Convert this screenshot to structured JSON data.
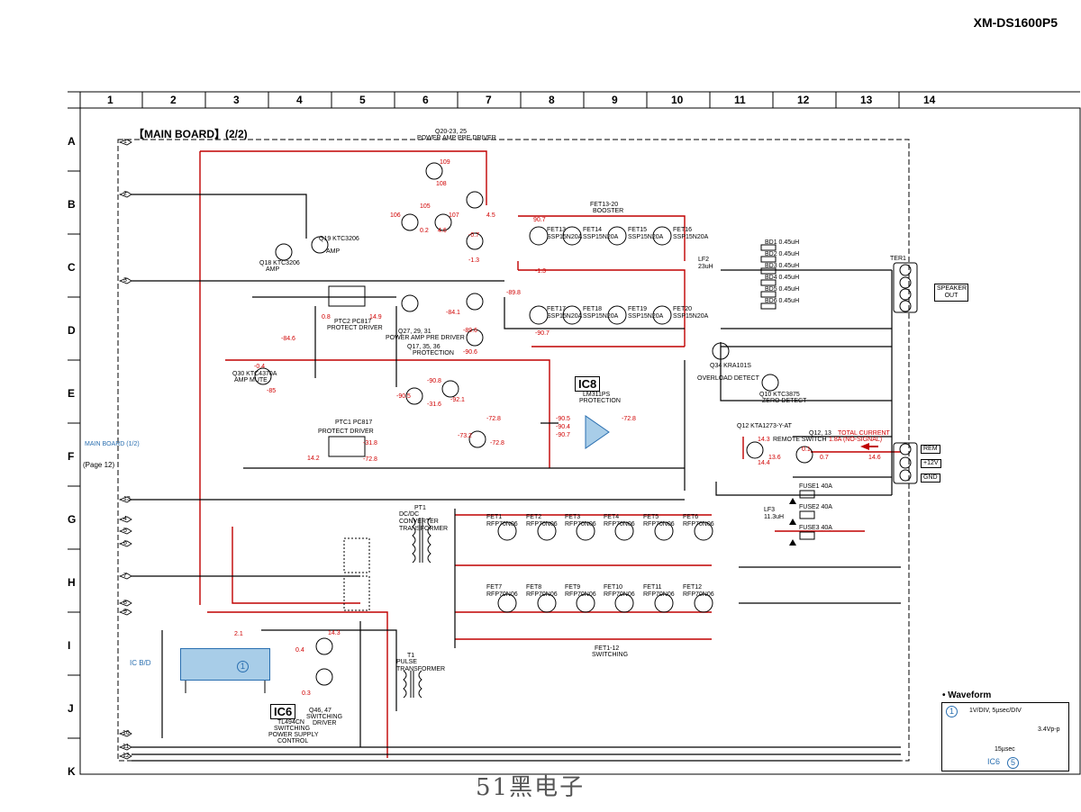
{
  "model": "XM-DS1600P5",
  "board_title": "【MAIN BOARD】(2/2)",
  "grid": {
    "columns": [
      "1",
      "2",
      "3",
      "4",
      "5",
      "6",
      "7",
      "8",
      "9",
      "10",
      "11",
      "12",
      "13",
      "14"
    ],
    "rows": [
      "A",
      "B",
      "C",
      "D",
      "E",
      "F",
      "G",
      "H",
      "I",
      "J",
      "K"
    ]
  },
  "labels": {
    "q20_23": "Q20-23, 25",
    "q20_23_sub": "POWER AMP PRE DRIVER",
    "fet13_20": "FET13-20",
    "fet13_20_sub": "BOOSTER",
    "q27": "Q27, 29, 31",
    "q27_sub": "POWER AMP PRE DRIVER",
    "q17": "Q17, 35, 36",
    "q17_sub": "PROTECTION",
    "ptc2": "PTC2 PC817",
    "ptc2_sub": "PROTECT DRIVER",
    "ptc1": "PTC1 PC817",
    "ptc1_sub": "PROTECT DRIVER",
    "q30": "Q30 KTC4370A",
    "q30_sub": "AMP MUTE",
    "q18": "Q18 KTC3206",
    "q18_sub": "AMP",
    "q19": "Q19 KTC3206",
    "q19_sub": "AMP",
    "ic8": "IC8",
    "ic8_part": "LM311PS",
    "ic8_sub": "PROTECTION",
    "q34": "Q34 KRA101S",
    "q34_sub": "OVERLOAD DETECT",
    "q10": "Q10 KTC3875",
    "q10_sub": "ZERO DETECT",
    "q12": "Q12 KTA1273-Y-AT",
    "q12_13": "Q12, 13",
    "q12_13_sub": "REMOTE SWITCH",
    "total_current": "TOTAL CURRENT",
    "total_current_sub": "1.8A (NO-SIGNAL)",
    "pt1": "PT1",
    "pt1_sub": "DC/DC CONVERTER TRANSFORMER",
    "t1": "T1",
    "t1_sub": "PULSE TRANSFORMER",
    "fet1_12": "FET1-12",
    "fet1_12_sub": "SWITCHING",
    "ic6": "IC6",
    "ic6_part": "TL494CN",
    "ic6_sub1": "SWITCHING",
    "ic6_sub2": "POWER SUPPLY",
    "ic6_sub3": "CONTROL",
    "q46_47": "Q46, 47",
    "q46_47_sub1": "SWITCHING",
    "q46_47_sub2": "DRIVER",
    "ter1": "TER1",
    "speaker_out": "SPEAKER OUT",
    "rem": "REM",
    "plus12v": "+12V",
    "gnd": "GND",
    "main_board_ref": "MAIN BOARD (1/2)",
    "page_ref": "(Page 12)",
    "icbd": "IC B/D",
    "fuse1": "FUSE1 40A",
    "fuse2": "FUSE2 40A",
    "fuse3": "FUSE3 40A",
    "lf2": "LF2 23uH",
    "lf3": "LF3 11.3uH"
  },
  "fets_top": [
    "FET1 RFP70N06",
    "FET2 RFP70N06",
    "FET3 RFP70N06",
    "FET4 RFP70N06",
    "FET5 RFP70N06",
    "FET6 RFP70N06"
  ],
  "fets_bottom": [
    "FET7 RFP70N06",
    "FET8 RFP70N06",
    "FET9 RFP70N06",
    "FET10 RFP70N06",
    "FET11 RFP70N06",
    "FET12 RFP70N06"
  ],
  "fets_booster": [
    "FET13 SSP15N20A",
    "FET14 SSP15N20A",
    "FET15 SSP15N20A",
    "FET16 SSP15N20A",
    "FET17 SSP15N20A",
    "FET18 SSP15N20A",
    "FET19 SSP15N20A",
    "FET20 SSP15N20A"
  ],
  "beads": [
    "BD1 0.45uH",
    "BD2 0.45uH",
    "BD3 0.45uH",
    "BD4 0.45uH",
    "BD5 0.45uH",
    "BD6 0.45uH"
  ],
  "voltages": [
    "109",
    "108",
    "105",
    "107",
    "106",
    "4.5",
    "0.2",
    "4.6",
    "-0.7",
    "-1.3",
    "90.7",
    "-1.3",
    "-89.8",
    "-84.1",
    "-89.6",
    "-90.6",
    "-90.7",
    "-84.6",
    "-85",
    "0.8",
    "14.9",
    "-0.4",
    "-90.8",
    "-90.5",
    "-31.6",
    "-92.1",
    "-72.8",
    "-73.2",
    "-72.8",
    "-31.8",
    "14.2",
    "-72.8",
    "14.3",
    "13.6",
    "0.1",
    "0.7",
    "14.4",
    "14.6",
    "-90.5",
    "-90.4",
    "-90.7",
    "-72.8",
    "2.1",
    "14.3",
    "0.3",
    "0.4"
  ],
  "waveform": {
    "title": "• Waveform",
    "marker": "1",
    "scale": "1V/DIV, 5µsec/DIV",
    "amplitude": "3.4Vp-p",
    "period": "15µsec",
    "ic": "IC6",
    "pin": "5"
  },
  "connector_pins": [
    "1",
    "2",
    "3",
    "4",
    "5",
    "6",
    "7",
    "8",
    "9",
    "10",
    "11",
    "12",
    "13"
  ],
  "watermark": "51黑电子",
  "colors": {
    "wire": "#000000",
    "red_wire": "#c00000",
    "voltage": "#d00000",
    "ic_fill": "#a8cde8",
    "ic_border": "#2a6fb0"
  }
}
